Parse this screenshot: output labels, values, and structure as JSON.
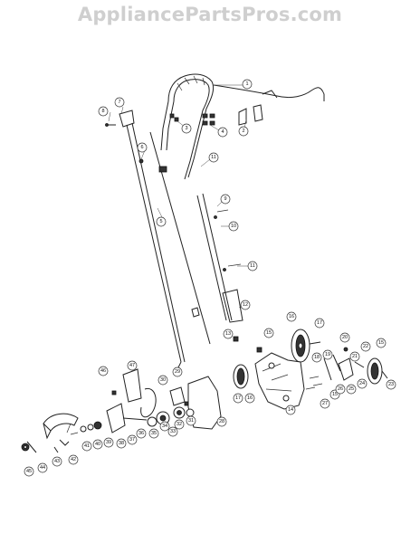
{
  "watermark": "AppliancePartsPros.com",
  "callouts": [
    {
      "id": "1",
      "label": "1"
    },
    {
      "id": "2",
      "label": "2"
    },
    {
      "id": "3",
      "label": "3"
    },
    {
      "id": "4",
      "label": "4"
    },
    {
      "id": "5",
      "label": "5"
    },
    {
      "id": "6",
      "label": "6"
    },
    {
      "id": "7",
      "label": "7"
    },
    {
      "id": "8",
      "label": "8"
    },
    {
      "id": "9",
      "label": "9"
    },
    {
      "id": "10",
      "label": "10"
    },
    {
      "id": "11a",
      "label": "11"
    },
    {
      "id": "11b",
      "label": "11"
    },
    {
      "id": "12",
      "label": "12"
    },
    {
      "id": "13",
      "label": "13"
    },
    {
      "id": "14",
      "label": "14"
    },
    {
      "id": "15a",
      "label": "15"
    },
    {
      "id": "15b",
      "label": "15"
    },
    {
      "id": "15c",
      "label": "15"
    },
    {
      "id": "16a",
      "label": "16"
    },
    {
      "id": "16b",
      "label": "16"
    },
    {
      "id": "17a",
      "label": "17"
    },
    {
      "id": "17b",
      "label": "17"
    },
    {
      "id": "18",
      "label": "18"
    },
    {
      "id": "19",
      "label": "19"
    },
    {
      "id": "20",
      "label": "20"
    },
    {
      "id": "21",
      "label": "21"
    },
    {
      "id": "22",
      "label": "22"
    },
    {
      "id": "23",
      "label": "23"
    },
    {
      "id": "24",
      "label": "24"
    },
    {
      "id": "25",
      "label": "25"
    },
    {
      "id": "26",
      "label": "26"
    },
    {
      "id": "27",
      "label": "27"
    },
    {
      "id": "28",
      "label": "28"
    },
    {
      "id": "29",
      "label": "29"
    },
    {
      "id": "30",
      "label": "30"
    },
    {
      "id": "31",
      "label": "31"
    },
    {
      "id": "32",
      "label": "32"
    },
    {
      "id": "33",
      "label": "33"
    },
    {
      "id": "34",
      "label": "34"
    },
    {
      "id": "35",
      "label": "35"
    },
    {
      "id": "36",
      "label": "36"
    },
    {
      "id": "37",
      "label": "37"
    },
    {
      "id": "38",
      "label": "38"
    },
    {
      "id": "39",
      "label": "39"
    },
    {
      "id": "40",
      "label": "40"
    },
    {
      "id": "41",
      "label": "41"
    },
    {
      "id": "42",
      "label": "42"
    },
    {
      "id": "43",
      "label": "43"
    },
    {
      "id": "44",
      "label": "44"
    },
    {
      "id": "45",
      "label": "45"
    },
    {
      "id": "46",
      "label": "46"
    },
    {
      "id": "47",
      "label": "47"
    }
  ]
}
